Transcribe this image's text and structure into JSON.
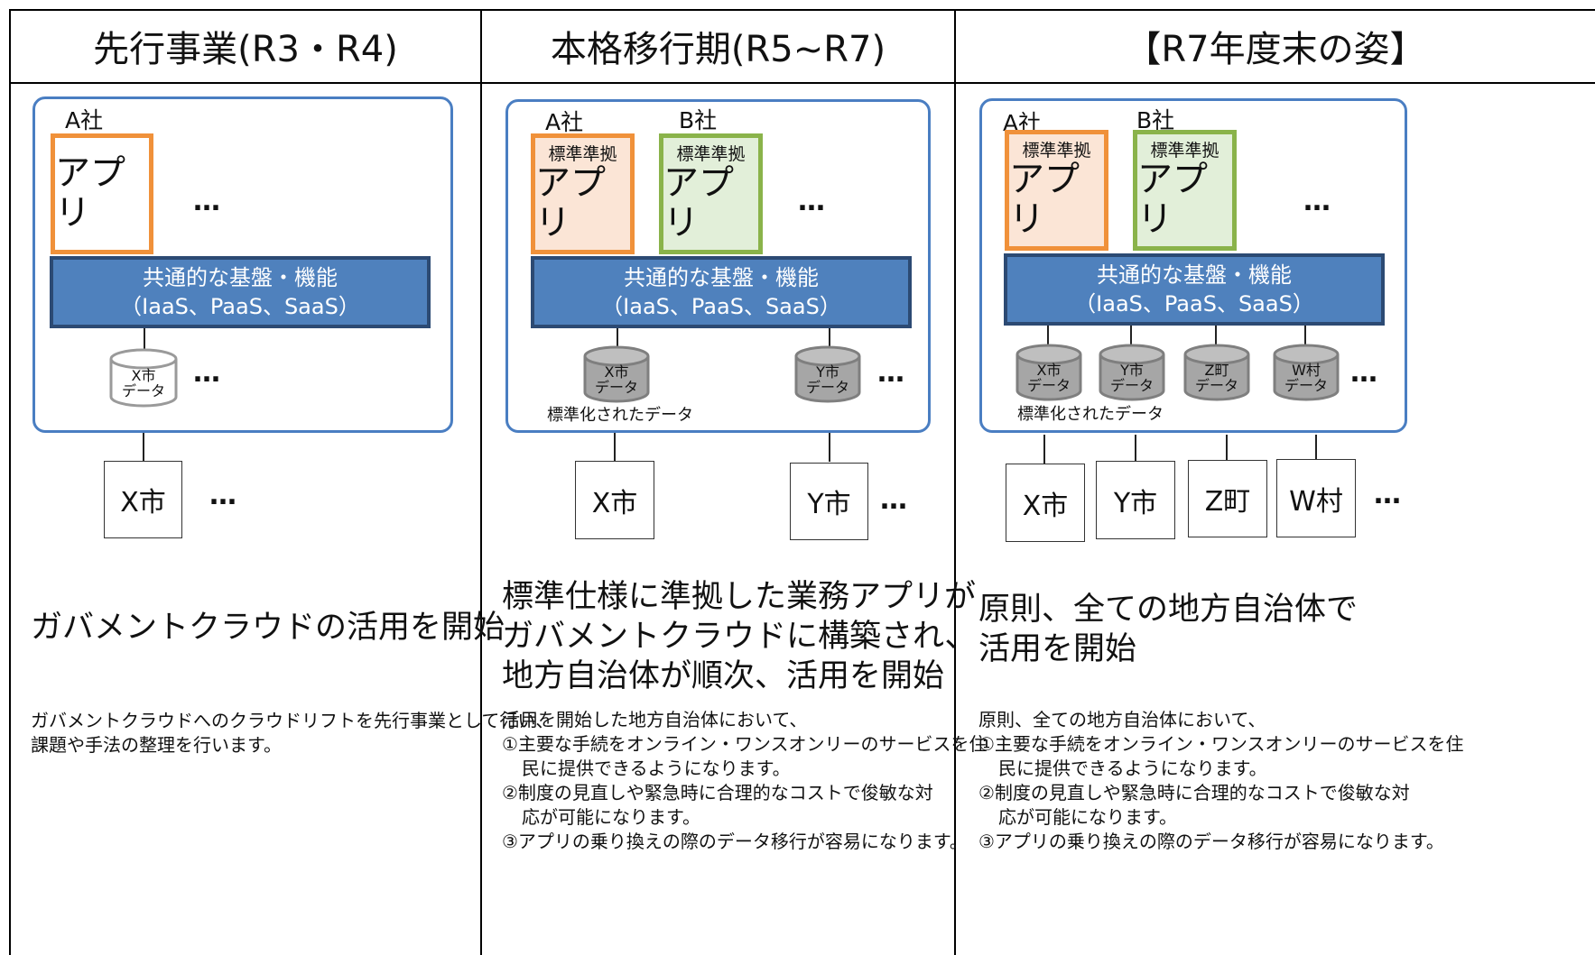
{
  "headers": [
    "先行事業(R3・R4)",
    "本格移行期(R5~R7)",
    "【R7年度末の姿】"
  ],
  "company_a": "A社",
  "company_b": "B社",
  "app_label": "アプリ",
  "std_app_label": "標準準拠",
  "platform": {
    "line1": "共通的な基盤・機能",
    "line2": "（IaaS、PaaS、SaaS）"
  },
  "ellipsis": "…",
  "data_x": [
    "X市",
    "データ"
  ],
  "data_y": [
    "Y市",
    "データ"
  ],
  "data_z": [
    "Z町",
    "データ"
  ],
  "data_w": [
    "W村",
    "データ"
  ],
  "standardized_data": "標準化されたデータ",
  "muni": {
    "x": "X市",
    "y": "Y市",
    "z": "Z町",
    "w": "W村"
  },
  "col1": {
    "headline": "ガバメントクラウドの活用を開始",
    "description": [
      "ガバメントクラウドへのクラウドリフトを先行事業として行い、",
      "課題や手法の整理を行います。"
    ]
  },
  "col2": {
    "headline": [
      "標準仕様に準拠した業務アプリが",
      "ガバメントクラウドに構築され、",
      "地方自治体が順次、活用を開始"
    ],
    "description": [
      "活用を開始した地方自治体において、",
      "①主要な手続をオンライン・ワンスオンリーのサービスを住",
      "民に提供できるようになります。",
      "②制度の見直しや緊急時に合理的なコストで俊敏な対",
      "応が可能になります。",
      "③アプリの乗り換えの際のデータ移行が容易になります。"
    ]
  },
  "col3": {
    "headline": [
      "原則、全ての地方自治体で",
      "活用を開始"
    ],
    "description": [
      "原則、全ての地方自治体において、",
      "①主要な手続をオンライン・ワンスオンリーのサービスを住",
      "民に提供できるようになります。",
      "②制度の見直しや緊急時に合理的なコストで俊敏な対",
      "応が可能になります。",
      "③アプリの乗り換えの際のデータ移行が容易になります。"
    ]
  },
  "colors": {
    "platform": "#4f81bd",
    "panel_border": "#4a7ec2",
    "orange": "#f0913a",
    "green": "#8ab34a",
    "cylinder_gray": "#a6a6a6"
  }
}
